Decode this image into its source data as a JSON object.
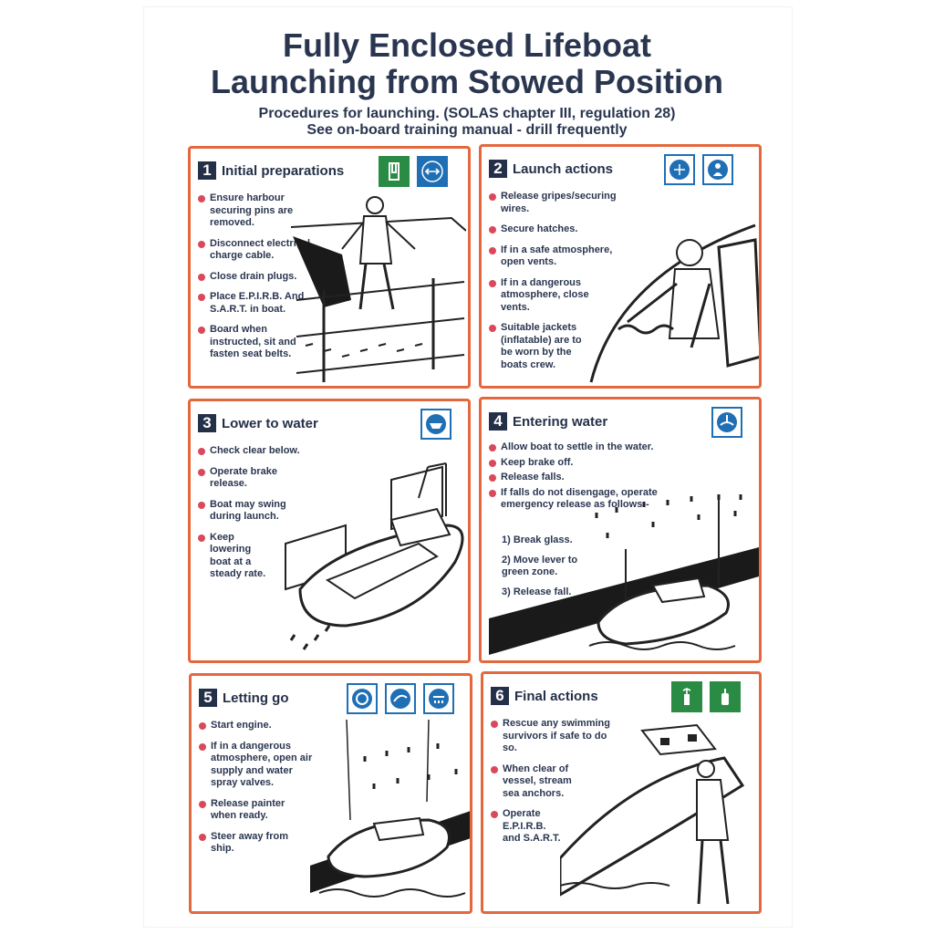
{
  "header": {
    "title_line1": "Fully Enclosed Lifeboat",
    "title_line2": "Launching from Stowed Position",
    "subtitle_line1": "Procedures for launching. (SOLAS chapter III, regulation 28)",
    "subtitle_line2": "See on-board training manual - drill frequently"
  },
  "colors": {
    "border": "#e4683e",
    "bullet": "#d9495b",
    "ink": "#243048",
    "sign_blue": "#1f6fb5",
    "sign_green": "#2a8b44"
  },
  "panels": [
    {
      "number": "1",
      "title": "Initial preparations",
      "icons": [
        "lifejacket-icon",
        "release-gripes-icon"
      ],
      "bullets": [
        "Ensure harbour securing pins are removed.",
        "Disconnect electrical charge cable.",
        "Close drain plugs.",
        "Place E.P.I.R.B. And S.A.R.T. in boat.",
        "Board when instructed, sit and fasten seat belts."
      ]
    },
    {
      "number": "2",
      "title": "Launch actions",
      "icons": [
        "secure-hatch-icon",
        "lifejacket-worn-icon"
      ],
      "bullets": [
        "Release gripes/securing wires.",
        "Secure hatches.",
        "If in a safe atmosphere, open vents.",
        "If in a dangerous atmosphere, close vents.",
        "Suitable jackets (inflatable) are to be worn by the boats crew."
      ]
    },
    {
      "number": "3",
      "title": "Lower to water",
      "icons": [
        "lower-boat-icon"
      ],
      "bullets": [
        "Check clear below.",
        "Operate brake release.",
        "Boat may swing during launch.",
        "Keep lowering boat at a steady rate."
      ]
    },
    {
      "number": "4",
      "title": "Entering water",
      "icons": [
        "release-falls-icon"
      ],
      "bullets": [
        "Allow boat to settle in the water.",
        "Keep brake off.",
        "Release falls.",
        "If falls do not disengage, operate emergency release as follows:-"
      ],
      "steps": [
        "1) Break glass.",
        "2) Move lever to green zone.",
        "3) Release fall."
      ]
    },
    {
      "number": "5",
      "title": "Letting go",
      "icons": [
        "start-engine-icon",
        "air-supply-icon",
        "water-spray-icon"
      ],
      "bullets": [
        "Start engine.",
        "If in a dangerous atmosphere, open air supply and water spray valves.",
        "Release painter when ready.",
        "Steer away from ship."
      ]
    },
    {
      "number": "6",
      "title": "Final actions",
      "icons": [
        "epirb-icon",
        "sart-icon"
      ],
      "bullets": [
        "Rescue any swimming survivors if safe to do so.",
        "When clear of vessel, stream sea anchors.",
        "Operate E.P.I.R.B. and S.A.R.T."
      ]
    }
  ]
}
